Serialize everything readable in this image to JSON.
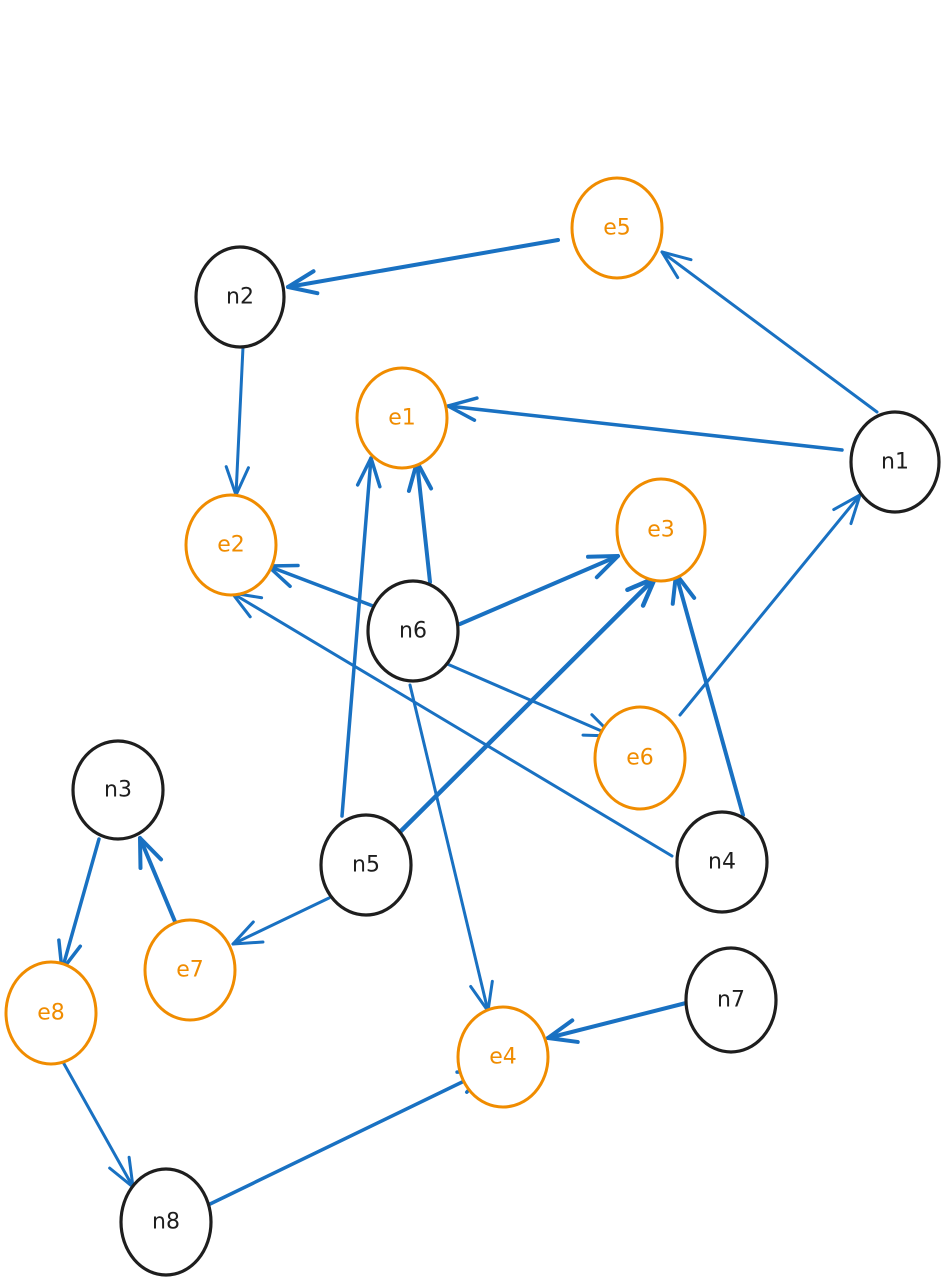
{
  "diagram": {
    "title": "",
    "colors": {
      "node_n_stroke": "#1e1e1e",
      "node_e_stroke": "#f08c00",
      "edge": "#1971c2",
      "background": "#ffffff"
    },
    "nodes": [
      {
        "id": "n1",
        "label": "n1",
        "kind": "n"
      },
      {
        "id": "n2",
        "label": "n2",
        "kind": "n"
      },
      {
        "id": "n3",
        "label": "n3",
        "kind": "n"
      },
      {
        "id": "n4",
        "label": "n4",
        "kind": "n"
      },
      {
        "id": "n5",
        "label": "n5",
        "kind": "n"
      },
      {
        "id": "n6",
        "label": "n6",
        "kind": "n"
      },
      {
        "id": "n7",
        "label": "n7",
        "kind": "n"
      },
      {
        "id": "n8",
        "label": "n8",
        "kind": "n"
      },
      {
        "id": "e1",
        "label": "e1",
        "kind": "e"
      },
      {
        "id": "e2",
        "label": "e2",
        "kind": "e"
      },
      {
        "id": "e3",
        "label": "e3",
        "kind": "e"
      },
      {
        "id": "e4",
        "label": "e4",
        "kind": "e"
      },
      {
        "id": "e5",
        "label": "e5",
        "kind": "e"
      },
      {
        "id": "e6",
        "label": "e6",
        "kind": "e"
      },
      {
        "id": "e7",
        "label": "e7",
        "kind": "e"
      },
      {
        "id": "e8",
        "label": "e8",
        "kind": "e"
      }
    ],
    "edges": [
      {
        "from": "e5",
        "to": "n2"
      },
      {
        "from": "n1",
        "to": "e5"
      },
      {
        "from": "n1",
        "to": "e1"
      },
      {
        "from": "n2",
        "to": "e2"
      },
      {
        "from": "n6",
        "to": "e1"
      },
      {
        "from": "n5",
        "to": "e1"
      },
      {
        "from": "n6",
        "to": "e2"
      },
      {
        "from": "n4",
        "to": "e2"
      },
      {
        "from": "n6",
        "to": "e3"
      },
      {
        "from": "n5",
        "to": "e3"
      },
      {
        "from": "n4",
        "to": "e3"
      },
      {
        "from": "e6",
        "to": "n1"
      },
      {
        "from": "n6",
        "to": "e6"
      },
      {
        "from": "n6",
        "to": "e4"
      },
      {
        "from": "n7",
        "to": "e4"
      },
      {
        "from": "n8",
        "to": "e4"
      },
      {
        "from": "n5",
        "to": "e7"
      },
      {
        "from": "e7",
        "to": "n3"
      },
      {
        "from": "n3",
        "to": "e8"
      },
      {
        "from": "e8",
        "to": "n8"
      }
    ]
  }
}
